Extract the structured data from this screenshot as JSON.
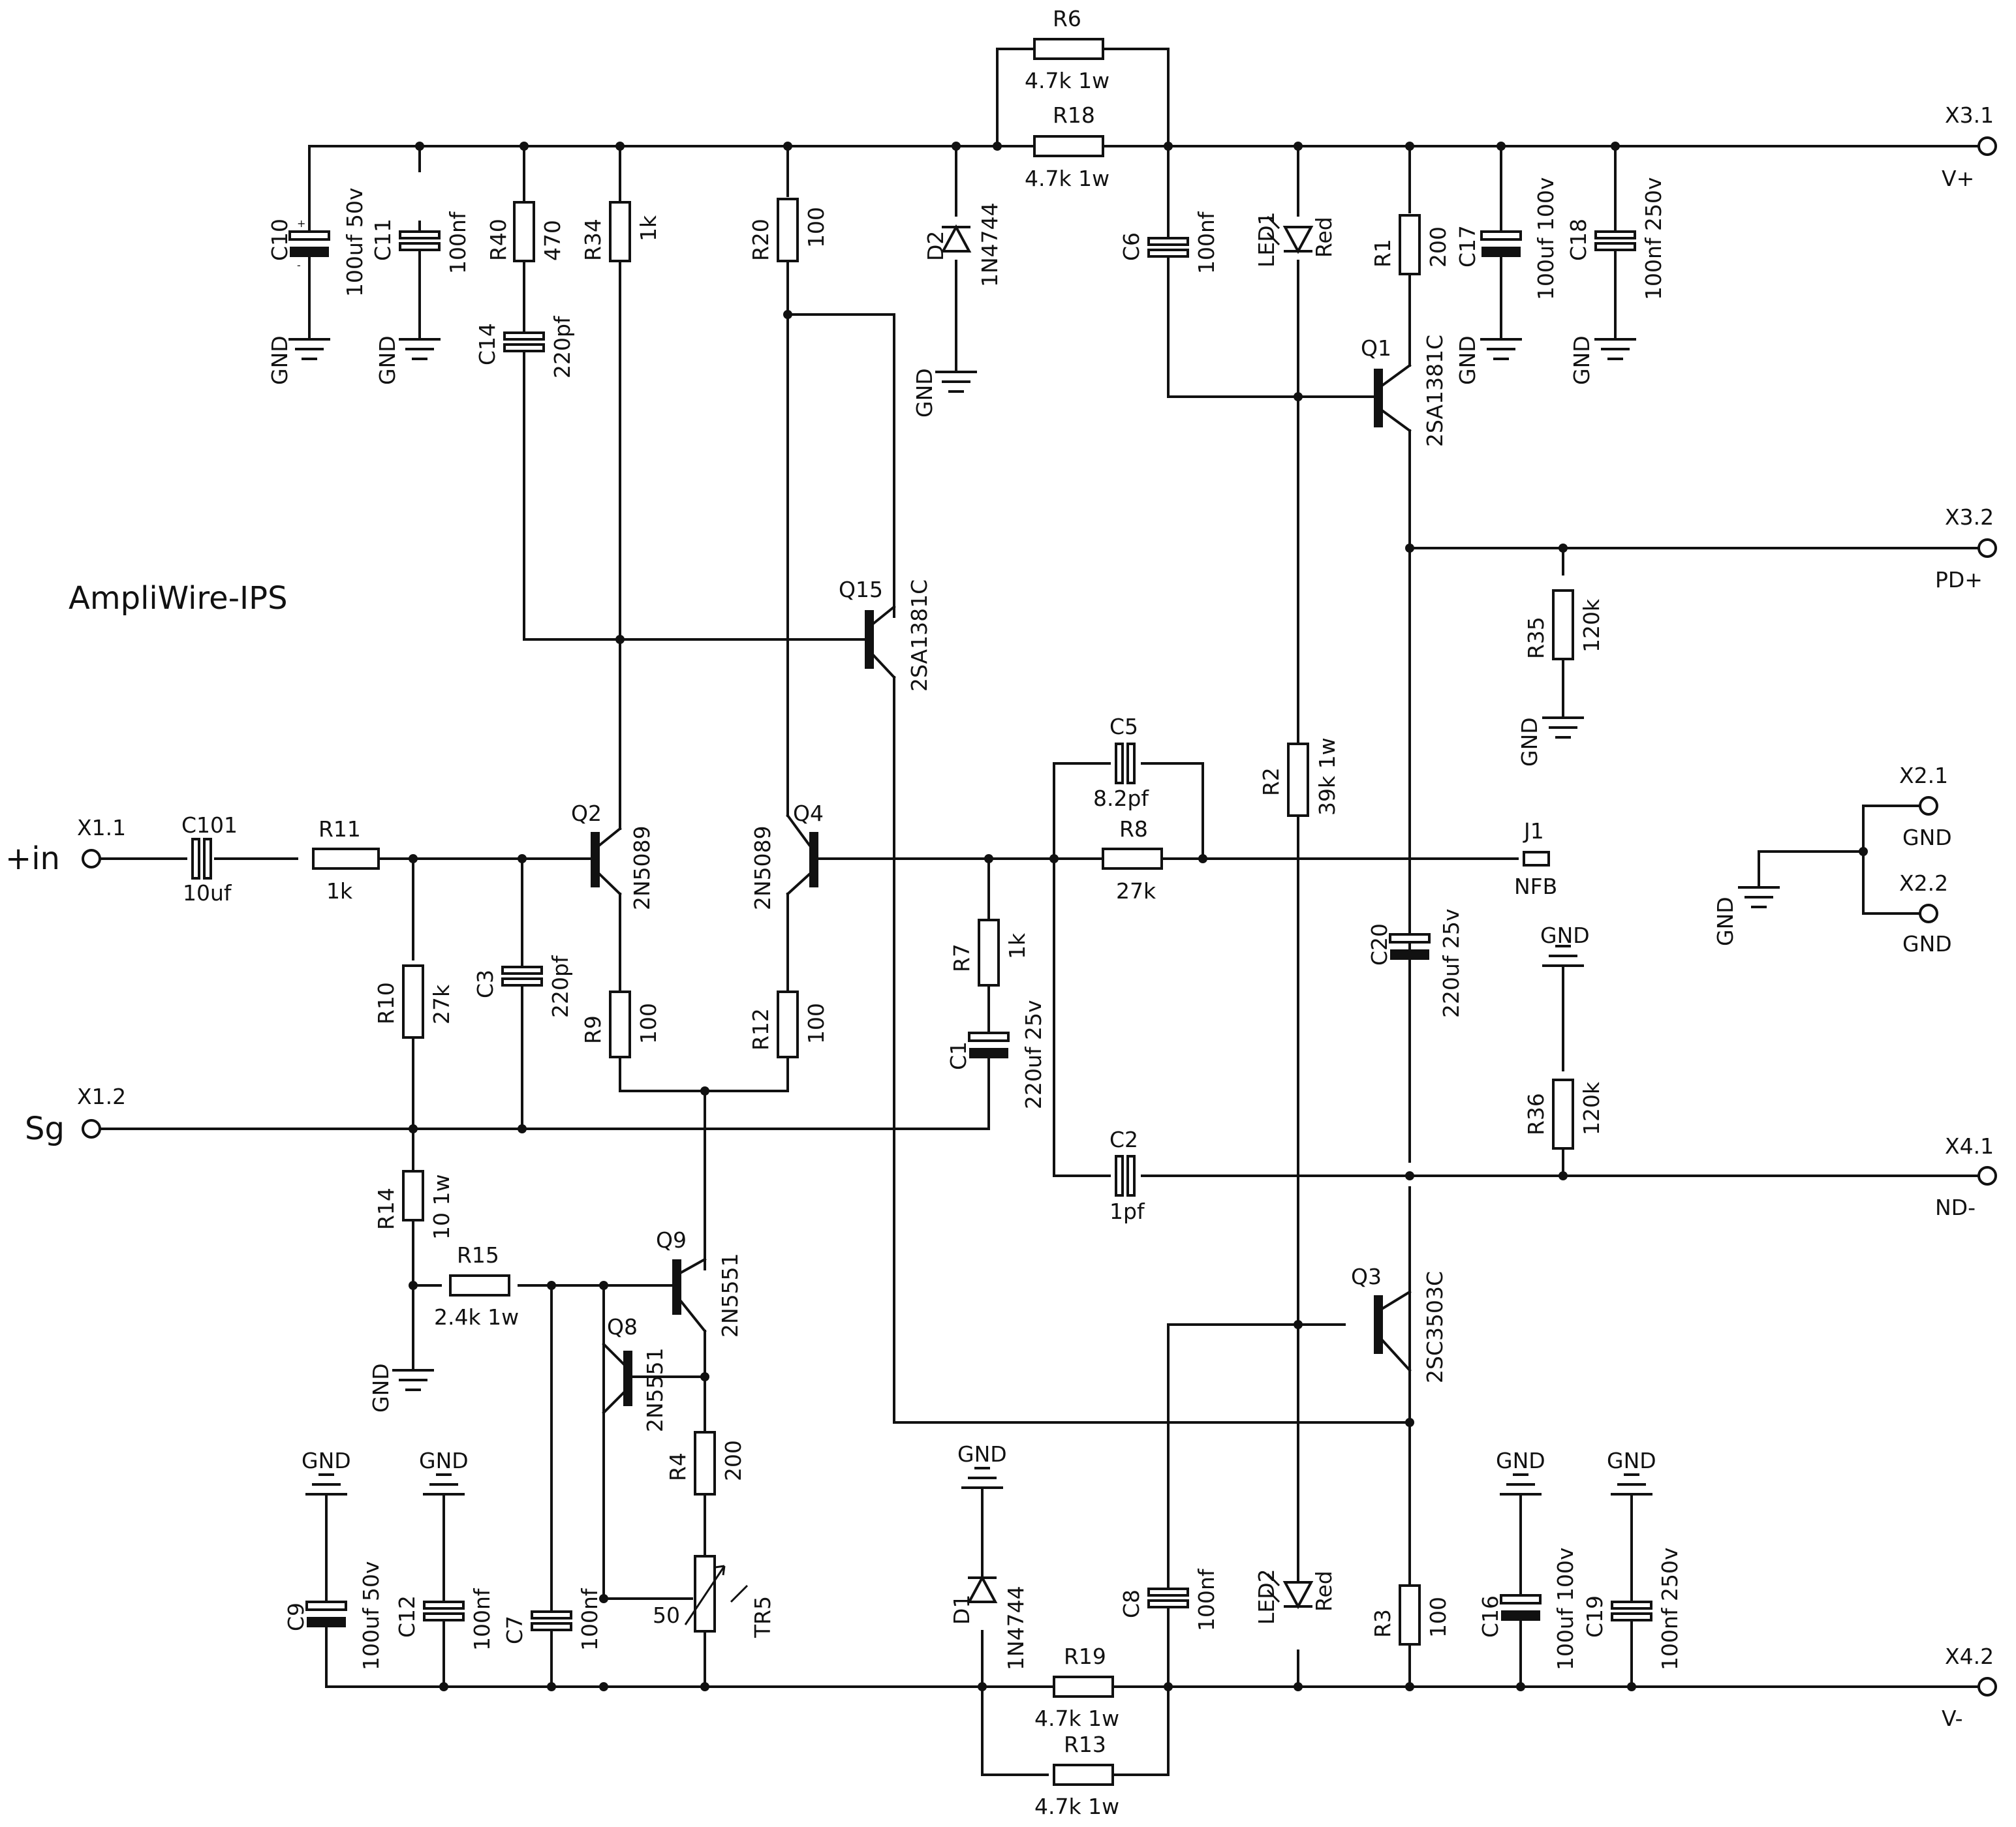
{
  "title": "AmpliWire-IPS",
  "connectors": {
    "x1_1": {
      "ref": "X1.1",
      "label": "+in",
      "pin": "1"
    },
    "x1_2": {
      "ref": "X1.2",
      "label": "Sg",
      "pin": "2"
    },
    "x2_1": {
      "ref": "X2.1",
      "label": "GND",
      "pin": "1"
    },
    "x2_2": {
      "ref": "X2.2",
      "label": "GND",
      "pin": "2"
    },
    "x3_1": {
      "ref": "X3.1",
      "label": "V+",
      "pin": "1"
    },
    "x3_2": {
      "ref": "X3.2",
      "label": "PD+",
      "pin": "2"
    },
    "x4_1": {
      "ref": "X4.1",
      "label": "ND-",
      "pin": "1"
    },
    "x4_2": {
      "ref": "X4.2",
      "label": "V-",
      "pin": "2"
    },
    "j1": {
      "ref": "J1",
      "label": "NFB",
      "pin": "1"
    }
  },
  "resistors": {
    "r1": {
      "ref": "R1",
      "value": "200"
    },
    "r2": {
      "ref": "R2",
      "value": "39k 1w"
    },
    "r3": {
      "ref": "R3",
      "value": "100"
    },
    "r4": {
      "ref": "R4",
      "value": "200"
    },
    "r6": {
      "ref": "R6",
      "value": "4.7k 1w"
    },
    "r7": {
      "ref": "R7",
      "value": "1k"
    },
    "r8": {
      "ref": "R8",
      "value": "27k"
    },
    "r9": {
      "ref": "R9",
      "value": "100"
    },
    "r10": {
      "ref": "R10",
      "value": "27k"
    },
    "r11": {
      "ref": "R11",
      "value": "1k"
    },
    "r12": {
      "ref": "R12",
      "value": "100"
    },
    "r13": {
      "ref": "R13",
      "value": "4.7k 1w"
    },
    "r14": {
      "ref": "R14",
      "value": "10 1w"
    },
    "r15": {
      "ref": "R15",
      "value": "2.4k 1w"
    },
    "r18": {
      "ref": "R18",
      "value": "4.7k 1w"
    },
    "r19": {
      "ref": "R19",
      "value": "4.7k 1w"
    },
    "r20": {
      "ref": "R20",
      "value": "100"
    },
    "r34": {
      "ref": "R34",
      "value": "1k"
    },
    "r35": {
      "ref": "R35",
      "value": "120k"
    },
    "r36": {
      "ref": "R36",
      "value": "120k"
    },
    "r40": {
      "ref": "R40",
      "value": "470"
    },
    "tr5": {
      "ref": "TR5",
      "value": "50"
    }
  },
  "capacitors": {
    "c1": {
      "ref": "C1",
      "value": "220uf 25v"
    },
    "c2": {
      "ref": "C2",
      "value": "1pf"
    },
    "c3": {
      "ref": "C3",
      "value": "220pf"
    },
    "c5": {
      "ref": "C5",
      "value": "8.2pf"
    },
    "c6": {
      "ref": "C6",
      "value": "100nf"
    },
    "c7": {
      "ref": "C7",
      "value": "100nf"
    },
    "c8": {
      "ref": "C8",
      "value": "100nf"
    },
    "c9": {
      "ref": "C9",
      "value": "100uf 50v"
    },
    "c10": {
      "ref": "C10",
      "value": "100uf 50v"
    },
    "c11": {
      "ref": "C11",
      "value": "100nf"
    },
    "c12": {
      "ref": "C12",
      "value": "100nf"
    },
    "c14": {
      "ref": "C14",
      "value": "220pf"
    },
    "c16": {
      "ref": "C16",
      "value": "100uf 100v"
    },
    "c17": {
      "ref": "C17",
      "value": "100uf 100v"
    },
    "c18": {
      "ref": "C18",
      "value": "100nf 250v"
    },
    "c19": {
      "ref": "C19",
      "value": "100nf 250v"
    },
    "c20": {
      "ref": "C20",
      "value": "220uf 25v"
    },
    "c101": {
      "ref": "C101",
      "value": "10uf"
    }
  },
  "semis": {
    "q1": {
      "ref": "Q1",
      "value": "2SA1381C"
    },
    "q2": {
      "ref": "Q2",
      "value": "2N5089"
    },
    "q3": {
      "ref": "Q3",
      "value": "2SC3503C"
    },
    "q4": {
      "ref": "Q4",
      "value": "2N5089"
    },
    "q8": {
      "ref": "Q8",
      "value": "2N5551"
    },
    "q9": {
      "ref": "Q9",
      "value": "2N5551"
    },
    "q15": {
      "ref": "Q15",
      "value": "2SA1381C"
    },
    "d1": {
      "ref": "D1",
      "value": "1N4744"
    },
    "d2": {
      "ref": "D2",
      "value": "1N4744"
    },
    "led1": {
      "ref": "LED1",
      "value": "Red"
    },
    "led2": {
      "ref": "LED2",
      "value": "Red"
    }
  },
  "gnd_label": "GND"
}
